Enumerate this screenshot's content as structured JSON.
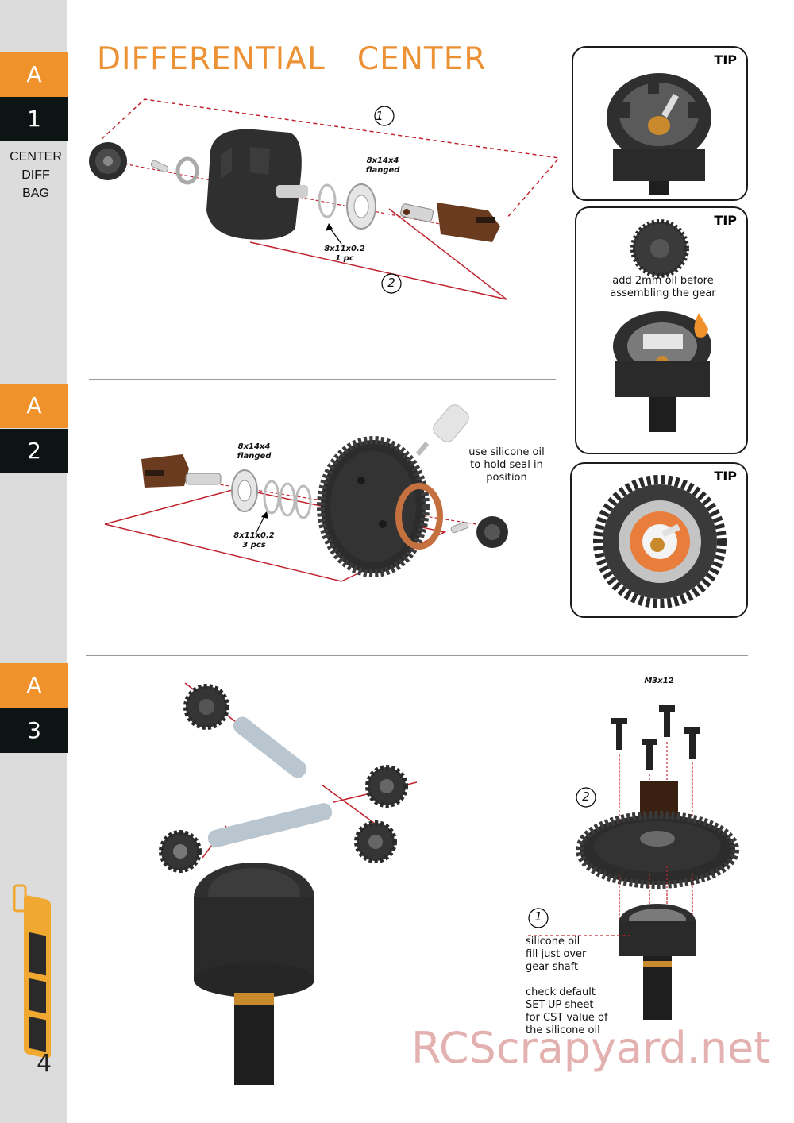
{
  "page": {
    "title": "DIFFERENTIAL   CENTER",
    "page_number": "4",
    "watermark": "RCScrapyard.net"
  },
  "sidebar": {
    "bag_lines": [
      "CENTER",
      "DIFF",
      "BAG"
    ],
    "steps": [
      {
        "letter": "A",
        "number": "1"
      },
      {
        "letter": "A",
        "number": "2"
      },
      {
        "letter": "A",
        "number": "3"
      }
    ]
  },
  "step1": {
    "callout_1": "1",
    "callout_2": "2",
    "bearing_label": [
      "8x14x4",
      "flanged"
    ],
    "shim_label": [
      "8x11x0.2",
      "1 pc"
    ]
  },
  "step2": {
    "bearing_label": [
      "8x14x4",
      "flanged"
    ],
    "shim_label": [
      "8x11x0.2",
      "3 pcs"
    ],
    "note": [
      "use silicone oil",
      "to hold seal in",
      "position"
    ]
  },
  "step3": {
    "screw_label": "M3x12",
    "callout_1": "1",
    "callout_2": "2",
    "note_fill": [
      "silicone oil",
      "fill just over",
      "gear shaft"
    ],
    "note_check": [
      "check default",
      "SET-UP sheet",
      "for CST value of",
      "the silicone oil"
    ]
  },
  "tips": [
    {
      "label": "TIP"
    },
    {
      "label": "TIP",
      "note": [
        "add 2mm oil before",
        "assembling the gear"
      ]
    },
    {
      "label": "TIP"
    }
  ],
  "colors": {
    "accent": "#f0922b",
    "dark_tab": "#0d1514",
    "sidebar": "#dcdcdc",
    "guide_line": "#c0232e",
    "watermark": "#e0a4a4"
  }
}
